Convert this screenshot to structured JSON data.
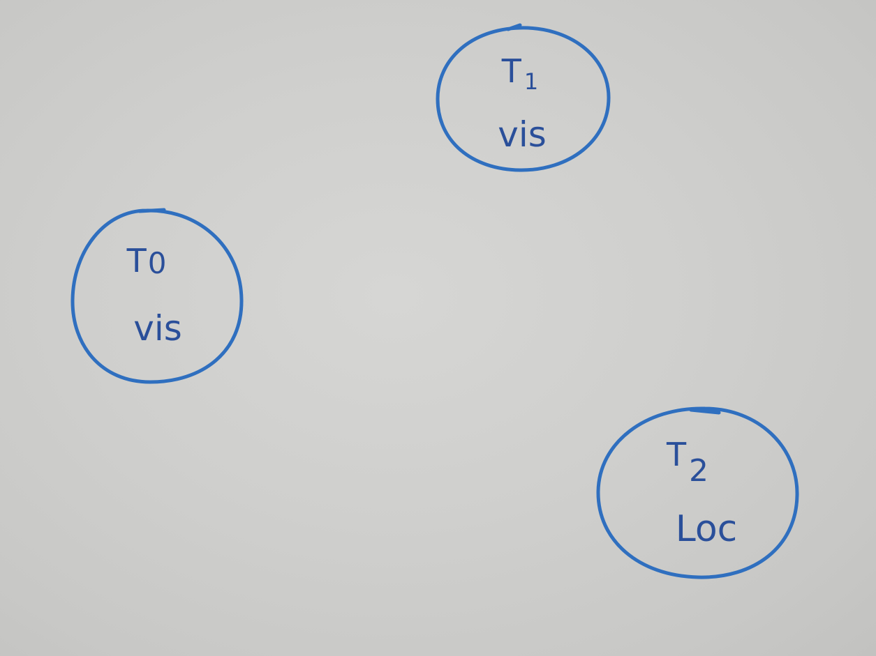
{
  "board": {
    "ink_color": "#2f6fbf",
    "text_color": "#2a4f9a",
    "background_color": "#d2d2d0"
  },
  "nodes": [
    {
      "id": "t0",
      "title_main": "T",
      "title_sub": "0",
      "label": "vis"
    },
    {
      "id": "t1",
      "title_main": "T",
      "title_sub": "1",
      "label": "vis"
    },
    {
      "id": "t2",
      "title_main": "T",
      "title_sub": "2",
      "label": "Loc"
    }
  ]
}
